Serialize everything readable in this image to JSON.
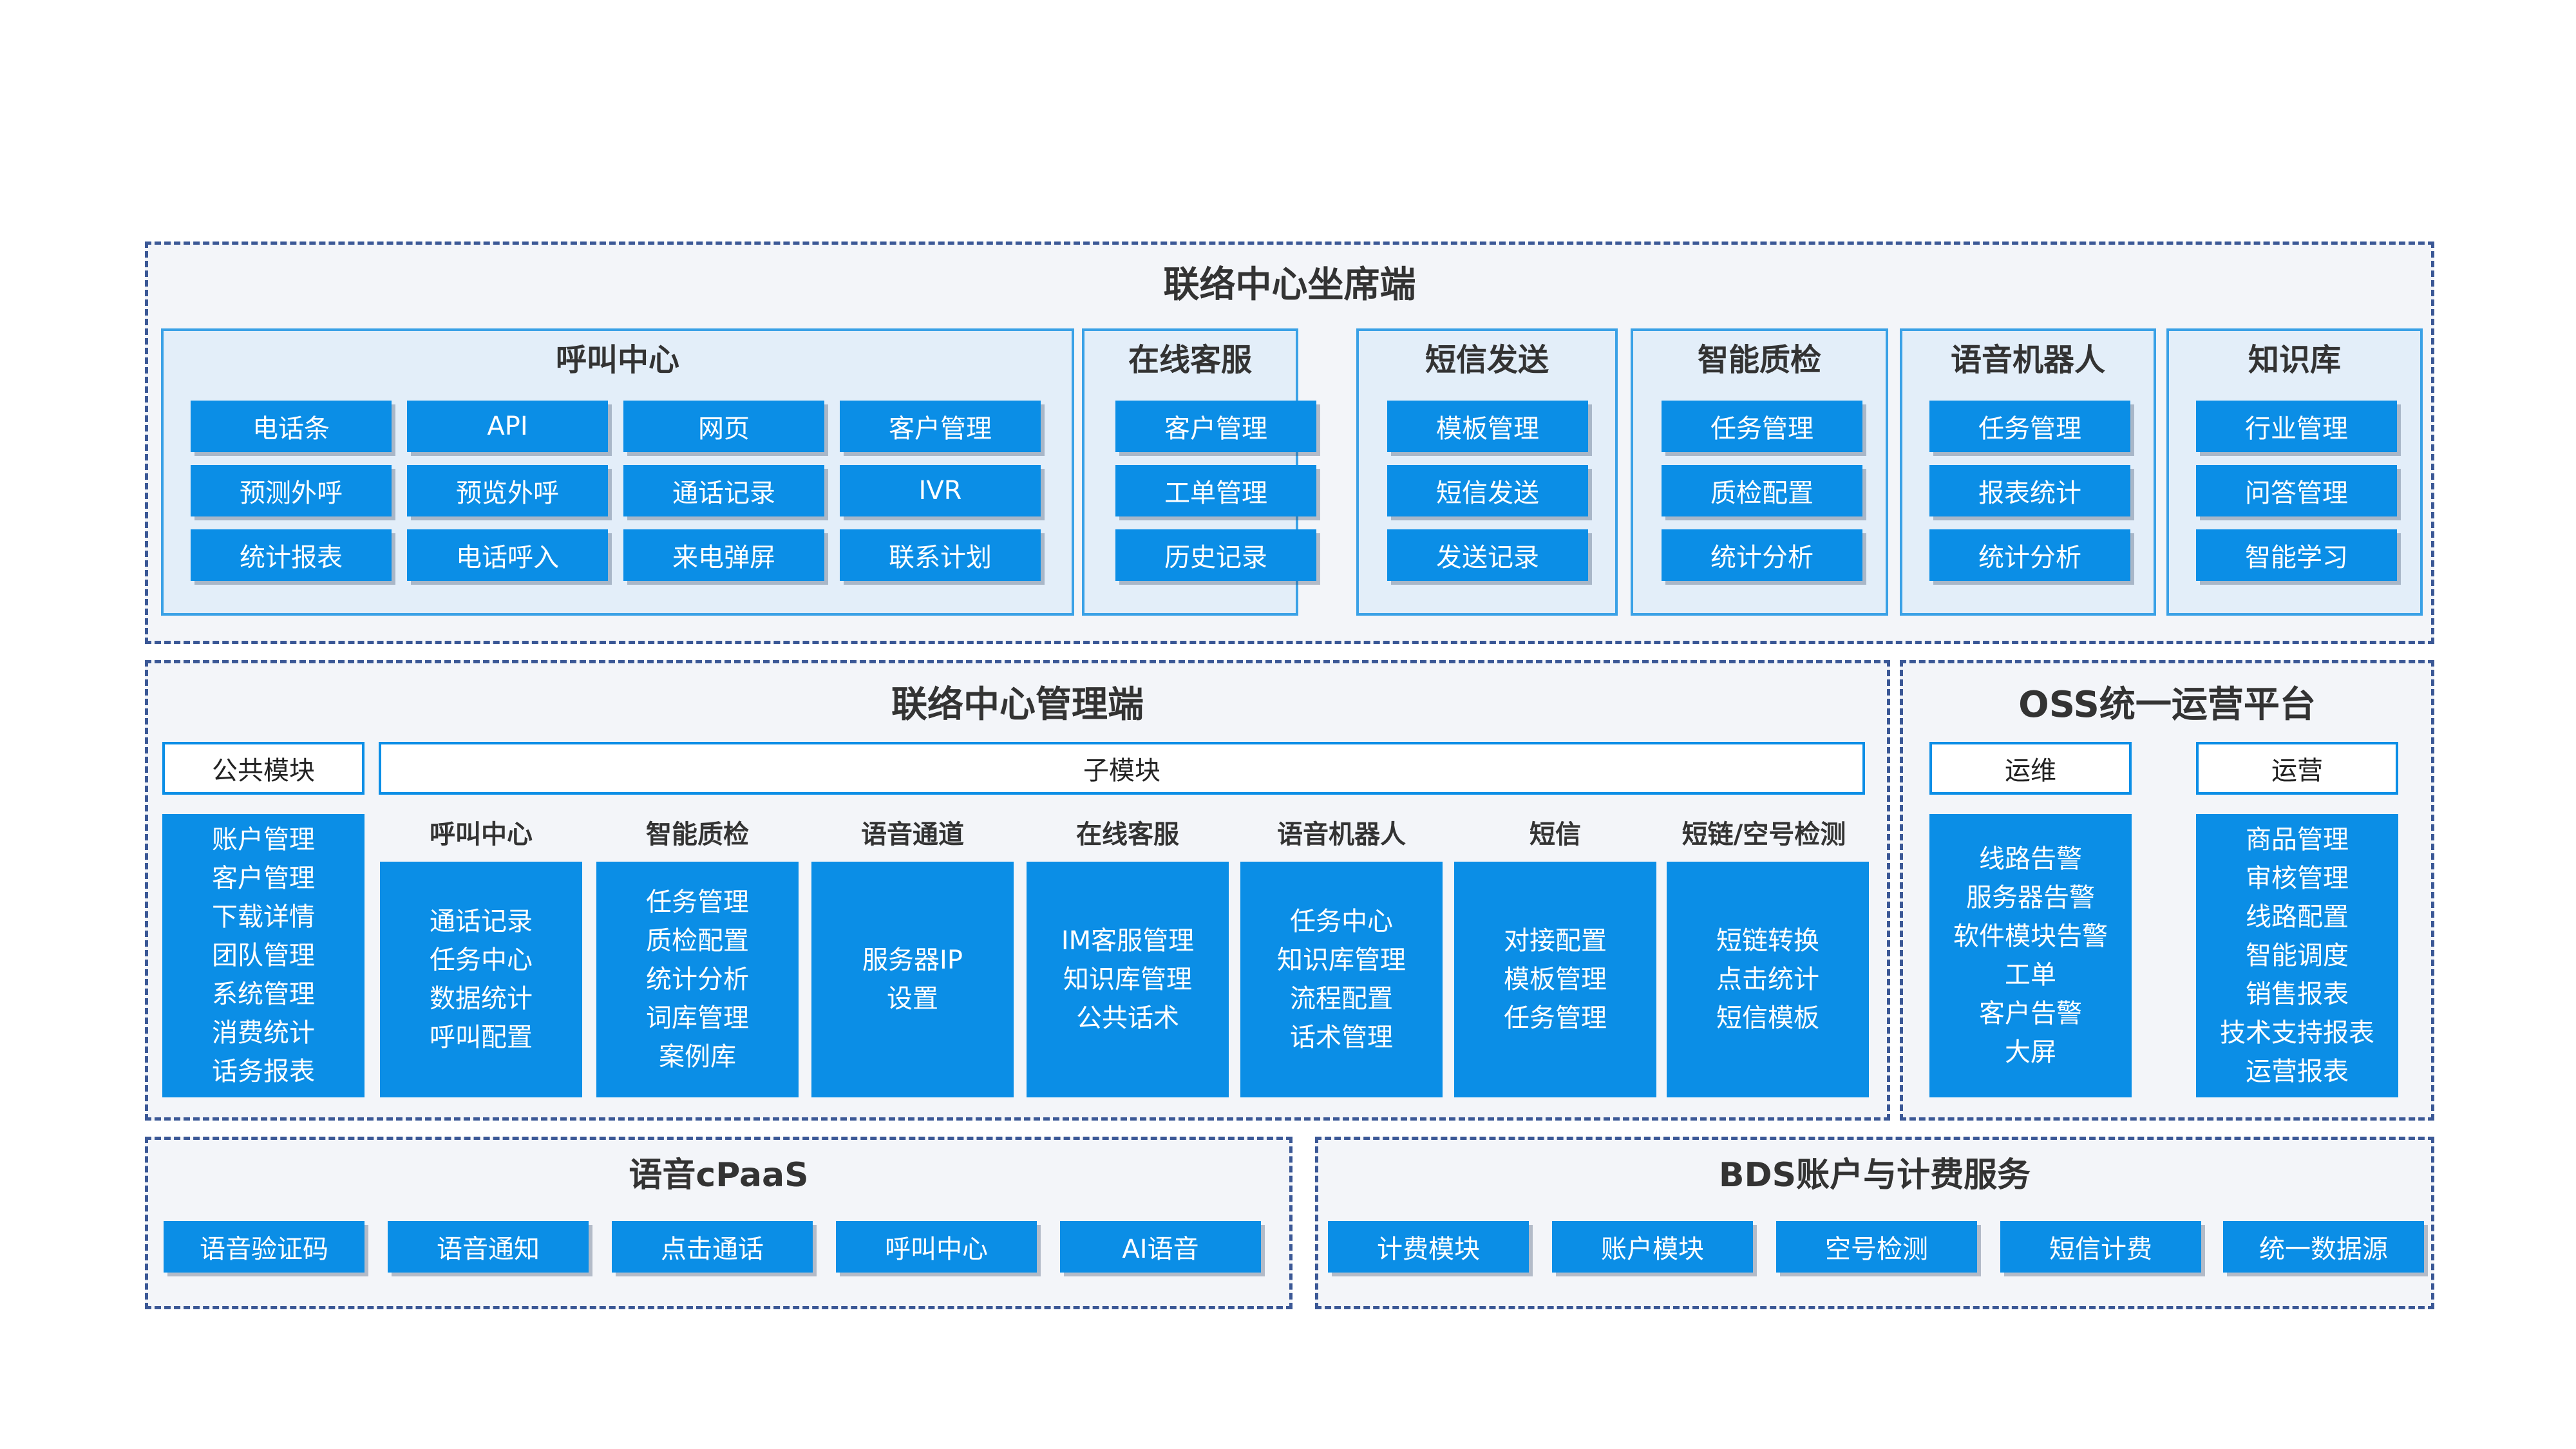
{
  "agent": {
    "title": "联络中心坐席端",
    "call_center": {
      "title": "呼叫中心",
      "items": [
        "电话条",
        "API",
        "网页",
        "客户管理",
        "预测外呼",
        "预览外呼",
        "通话记录",
        "IVR",
        "统计报表",
        "电话呼入",
        "来电弹屏",
        "联系计划"
      ]
    },
    "online_service": {
      "title": "在线客服",
      "items": [
        "客户管理",
        "工单管理",
        "历史记录"
      ]
    },
    "sms": {
      "title": "短信发送",
      "items": [
        "模板管理",
        "短信发送",
        "发送记录"
      ]
    },
    "qc": {
      "title": "智能质检",
      "items": [
        "任务管理",
        "质检配置",
        "统计分析"
      ]
    },
    "robot": {
      "title": "语音机器人",
      "items": [
        "任务管理",
        "报表统计",
        "统计分析"
      ]
    },
    "kb": {
      "title": "知识库",
      "items": [
        "行业管理",
        "问答管理",
        "智能学习"
      ]
    }
  },
  "admin": {
    "title": "联络中心管理端",
    "public_label": "公共模块",
    "sub_label": "子模块",
    "public_items": [
      "账户管理",
      "客户管理",
      "下载详情",
      "团队管理",
      "系统管理",
      "消费统计",
      "话务报表"
    ],
    "columns": [
      {
        "title": "呼叫中心",
        "items": [
          "通话记录",
          "任务中心",
          "数据统计",
          "呼叫配置"
        ]
      },
      {
        "title": "智能质检",
        "items": [
          "任务管理",
          "质检配置",
          "统计分析",
          "词库管理",
          "案例库"
        ]
      },
      {
        "title": "语音通道",
        "items": [
          "服务器IP",
          "设置"
        ]
      },
      {
        "title": "在线客服",
        "items": [
          "IM客服管理",
          "知识库管理",
          "公共话术"
        ]
      },
      {
        "title": "语音机器人",
        "items": [
          "任务中心",
          "知识库管理",
          "流程配置",
          "话术管理"
        ]
      },
      {
        "title": "短信",
        "items": [
          "对接配置",
          "模板管理",
          "任务管理"
        ]
      },
      {
        "title": "短链/空号检测",
        "items": [
          "短链转换",
          "点击统计",
          "短信模板"
        ]
      }
    ]
  },
  "oss": {
    "title": "OSS统一运营平台",
    "ops_label": "运维",
    "ops_items": [
      "线路告警",
      "服务器告警",
      "软件模块告警",
      "工单",
      "客户告警",
      "大屏"
    ],
    "biz_label": "运营",
    "biz_items": [
      "商品管理",
      "审核管理",
      "线路配置",
      "智能调度",
      "销售报表",
      "技术支持报表",
      "运营报表"
    ]
  },
  "cpaas": {
    "title": "语音cPaaS",
    "items": [
      "语音验证码",
      "语音通知",
      "点击通话",
      "呼叫中心",
      "AI语音"
    ]
  },
  "bds": {
    "title": "BDS账户与计费服务",
    "items": [
      "计费模块",
      "账户模块",
      "空号检测",
      "短信计费",
      "统一数据源"
    ]
  }
}
